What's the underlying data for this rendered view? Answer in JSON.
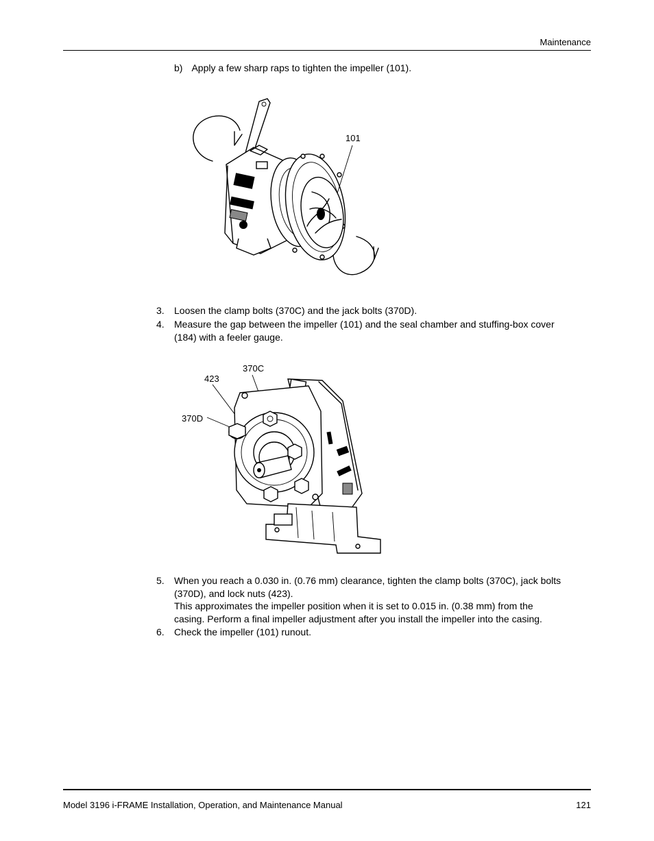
{
  "header": {
    "section": "Maintenance"
  },
  "step_b": {
    "marker": "b)",
    "text": "Apply a few sharp raps to tighten the impeller (101)."
  },
  "figure1": {
    "callout_impeller": "101"
  },
  "step3": {
    "number": "3.",
    "text": "Loosen the clamp bolts (370C) and the jack bolts (370D)."
  },
  "step4": {
    "number": "4.",
    "line1": "Measure the gap between the impeller (101) and the seal chamber and stuffing-box cover",
    "line2": "(184) with a feeler gauge."
  },
  "figure2": {
    "callout_370c": "370C",
    "callout_423": "423",
    "callout_370d": "370D"
  },
  "step5": {
    "number": "5.",
    "line1": "When you reach a 0.030 in. (0.76 mm) clearance, tighten the clamp bolts (370C), jack bolts",
    "line2": "(370D), and lock nuts (423).",
    "line3": "This approximates the impeller position when it is set to 0.015 in. (0.38 mm) from the",
    "line4": "casing. Perform a final impeller adjustment after you install the impeller into the casing."
  },
  "step6": {
    "number": "6.",
    "text": "Check the impeller (101) runout."
  },
  "footer": {
    "manual_title": "Model 3196 i-FRAME Installation, Operation, and Maintenance Manual",
    "page_number": "121"
  }
}
